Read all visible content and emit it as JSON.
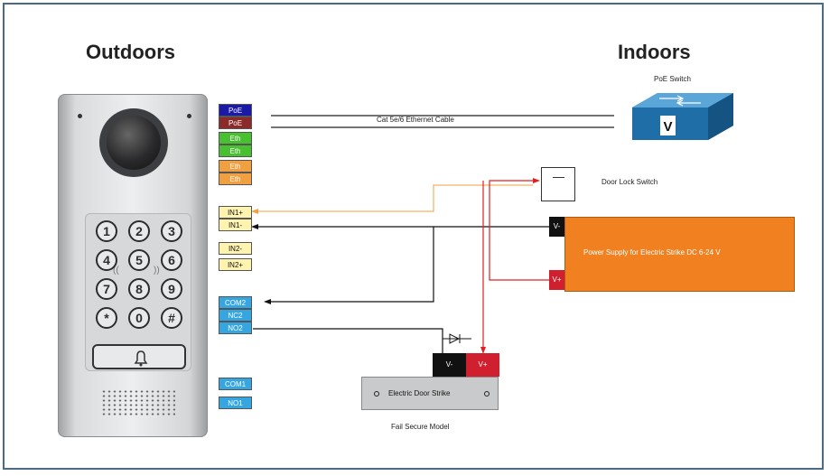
{
  "headings": {
    "outdoors": "Outdoors",
    "indoors": "Indoors"
  },
  "device": {
    "keys": [
      "1",
      "2",
      "3",
      "4",
      "5",
      "6",
      "7",
      "8",
      "9",
      "*",
      "0",
      "#"
    ],
    "terminals": [
      {
        "label": "PoE",
        "color": "#1a1aa6",
        "text_color": "#ffffff"
      },
      {
        "label": "PoE",
        "color": "#8a2a2a",
        "text_color": "#ffffff"
      },
      {
        "label": "Eth",
        "color": "#48c030",
        "text_color": "#ffffff"
      },
      {
        "label": "Eth",
        "color": "#48c030",
        "text_color": "#ffffff"
      },
      {
        "label": "Eth",
        "color": "#f0a040",
        "text_color": "#ffffff"
      },
      {
        "label": "Eth",
        "color": "#f0a040",
        "text_color": "#ffffff"
      },
      {
        "label": "IN1+",
        "color": "#fff3b0",
        "text_color": "#111111"
      },
      {
        "label": "IN1-",
        "color": "#fff3b0",
        "text_color": "#111111"
      },
      {
        "label": "IN2-",
        "color": "#fff3b0",
        "text_color": "#111111"
      },
      {
        "label": "IN2+",
        "color": "#fff3b0",
        "text_color": "#111111"
      },
      {
        "label": "COM2",
        "color": "#35a6e0",
        "text_color": "#ffffff"
      },
      {
        "label": "NC2",
        "color": "#35a6e0",
        "text_color": "#ffffff"
      },
      {
        "label": "NO2",
        "color": "#35a6e0",
        "text_color": "#ffffff"
      },
      {
        "label": "COM1",
        "color": "#35a6e0",
        "text_color": "#ffffff"
      },
      {
        "label": "NO1",
        "color": "#35a6e0",
        "text_color": "#ffffff"
      }
    ]
  },
  "cable_label": "Cat 5e/6 Ethernet Cable",
  "poe_switch": {
    "label": "PoE Switch",
    "badge": "V",
    "color": "#1f6ea8"
  },
  "door_lock_switch": {
    "label": "Door Lock Switch"
  },
  "power_supply": {
    "label": "Power Supply for  Electric Strike DC 6-24 V",
    "neg": "V-",
    "pos": "V+",
    "color": "#f08020"
  },
  "door_strike": {
    "label": "Electric Door Strike",
    "neg": "V-",
    "pos": "V+",
    "model": "Fail Secure Model"
  },
  "colors": {
    "wire_black": "#111111",
    "wire_red": "#e02020",
    "wire_orange": "#f0a040",
    "frame": "#4a6b86"
  }
}
